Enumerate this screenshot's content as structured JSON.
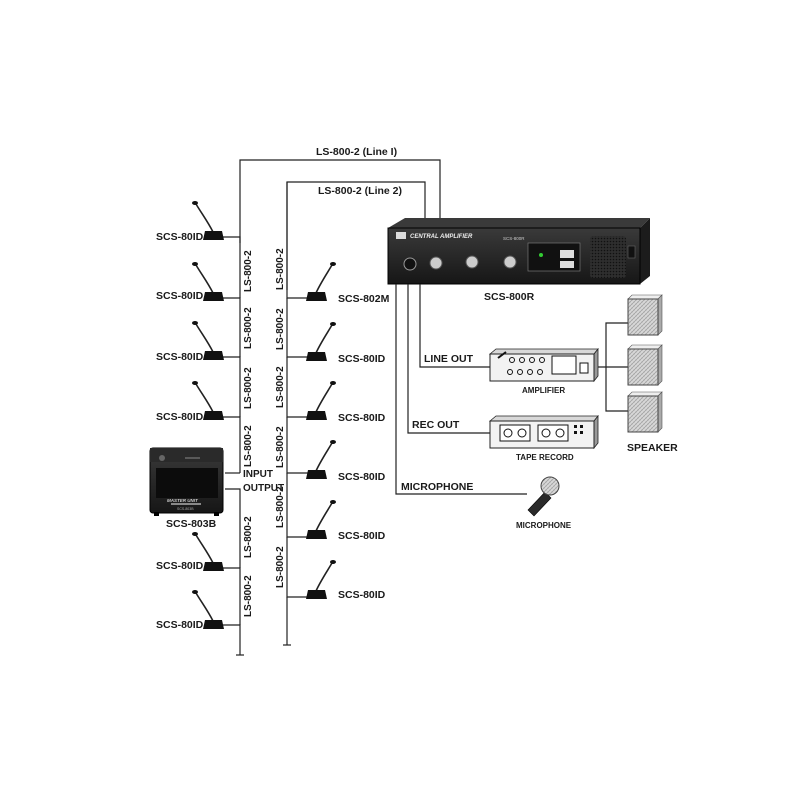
{
  "cables": {
    "line1": "LS-800-2  (Line I)",
    "line2": "LS-800-2  (Line 2)",
    "segment": "LS-800-2"
  },
  "amplifier_unit": {
    "label": "SCS-800R",
    "panel_brand": "CENTRAL AMPLIFIER",
    "panel_model": "SCS-800R"
  },
  "master_unit": {
    "label": "SCS-803B",
    "input": "INPUT",
    "output": "OUTPUT",
    "panel_brand": "MASTER UNIT",
    "panel_model": "SCS-803B"
  },
  "left_mics": [
    "SCS-80ID",
    "SCS-80ID",
    "SCS-80ID",
    "SCS-80ID",
    "SCS-80ID",
    "SCS-80ID"
  ],
  "right_mics": [
    "SCS-802M",
    "SCS-80ID",
    "SCS-80ID",
    "SCS-80ID",
    "SCS-80ID",
    "SCS-80ID"
  ],
  "outputs": {
    "line_out": "LINE OUT",
    "rec_out": "REC OUT",
    "microphone_line": "MICROPHONE"
  },
  "devices": {
    "amplifier": "AMPLIFIER",
    "tape_record": "TAPE RECORD",
    "microphone": "MICROPHONE",
    "speaker": "SPEAKER"
  },
  "colors": {
    "device_dark": "#2b2b2b",
    "device_black": "#151515",
    "wire": "#222222",
    "speaker_grey": "#cfcfcf"
  }
}
